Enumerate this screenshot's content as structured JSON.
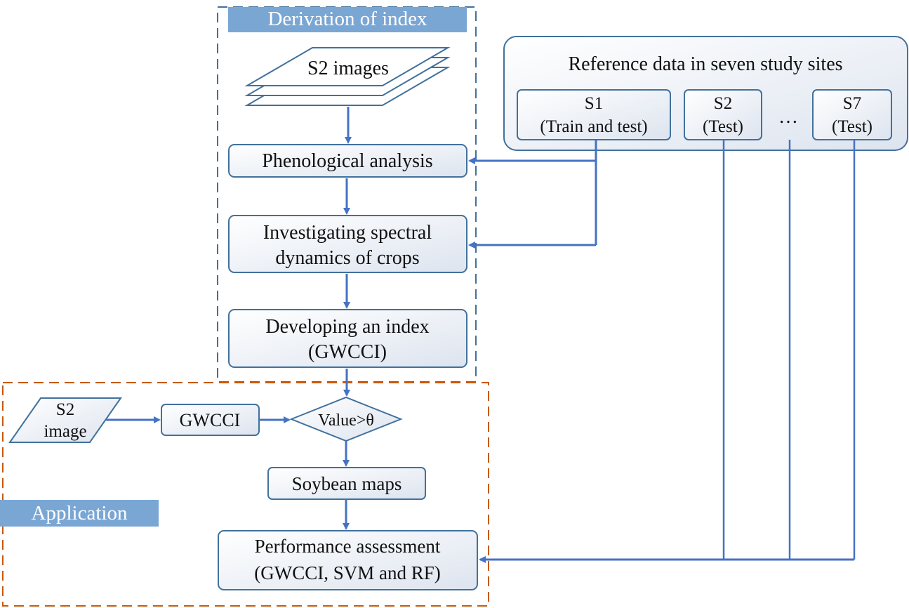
{
  "diagram": {
    "sections": {
      "derivation": "Derivation of index",
      "application": "Application"
    },
    "reference": {
      "title": "Reference data in seven study sites",
      "sites": [
        {
          "name": "S1",
          "role": "(Train and test)"
        },
        {
          "name": "S2",
          "role": "(Test)"
        },
        {
          "name": "S7",
          "role": "(Test)"
        }
      ],
      "ellipsis": "…"
    },
    "steps": {
      "s2_images": "S2 images",
      "phenology": "Phenological analysis",
      "spectral_line1": "Investigating spectral",
      "spectral_line2": "dynamics of crops",
      "index_line1": "Developing an index",
      "index_line2": "(GWCCI)",
      "s2_image_line1": "S2",
      "s2_image_line2": "image",
      "gwcci": "GWCCI",
      "decision": "Value>θ",
      "soybean_maps": "Soybean maps",
      "assessment_line1": "Performance assessment",
      "assessment_line2": "(GWCCI, SVM and RF)"
    },
    "colors": {
      "box_stroke": "#41719c",
      "arrow": "#4472c4",
      "derivation_dash": "#41719c",
      "application_dash": "#c55a11",
      "label_fill": "#7aa6d4"
    }
  }
}
